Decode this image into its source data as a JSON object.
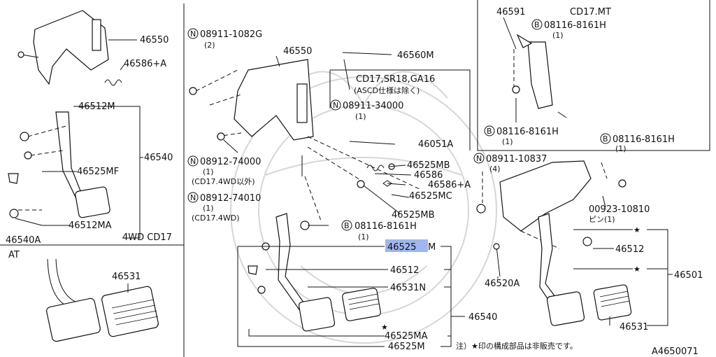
{
  "diagram_id": "A4650071",
  "note": "注）★印の構成部品は非販売です。",
  "selected_part": "46525",
  "sections": {
    "variant_4wd": "4WD CD17",
    "at": "AT",
    "mt": "CD17.MT"
  },
  "callouts": {
    "p46550_a": "46550",
    "p46586a_a": "46586+A",
    "p46512m": "46512M",
    "p46540_a": "46540",
    "p46525mf": "46525MF",
    "p46512ma": "46512MA",
    "p46540a": "46540A",
    "p46531_a": "46531",
    "n08911_1082g": "08911-1082G",
    "n08911_1082g_qty": "(2)",
    "p46550_b": "46550",
    "p46560m": "46560M",
    "asc_title": "CD17,SR18,GA16",
    "asc_sub": "(ASCD仕様は除く)",
    "n08911_34000": "08911-34000",
    "n08911_34000_qty": "(1)",
    "p46051a": "46051A",
    "p46525mb_a": "46525MB",
    "p46586": "46586",
    "p46586a_b": "46586+A",
    "p46525mc": "46525MC",
    "n08912_74000": "08912-74000",
    "n08912_74000_qty": "(1)",
    "n08912_74000_note": "(CD17.4WD以外)",
    "n08912_74010": "08912-74010",
    "n08912_74010_qty": "(1)",
    "n08912_74010_note": "(CD17.4WD)",
    "p46525mb_b": "46525MB",
    "b08116_8161h_c": "08116-8161H",
    "b08116_8161h_c_qty": "(1)",
    "p46525m_top": "46525",
    "p46525m_top_suffix": "M",
    "p46512_a": "46512",
    "p46531n": "46531N",
    "p46540_b": "46540",
    "p46525ma": "46525MA",
    "p46525m_bottom": "46525M",
    "p46591": "46591",
    "b08116_8161h_a": "08116-8161H",
    "b08116_8161h_a_qty": "(1)",
    "b08116_8161h_b": "08116-8161H",
    "b08116_8161h_b_qty": "(1)",
    "b08116_8161h_d": "08116-8161H",
    "b08116_8161h_d_qty": "(1)",
    "n08911_10837": "08911-10837",
    "n08911_10837_qty": "(4)",
    "p00923_10810": "00923-10810",
    "p00923_10810_qty": "ピン(1)",
    "p46512_b": "46512",
    "p46520a": "46520A",
    "p46501": "46501",
    "p46531_b": "46531"
  },
  "markers": {
    "nut": "N",
    "bolt": "B",
    "star": "★"
  }
}
